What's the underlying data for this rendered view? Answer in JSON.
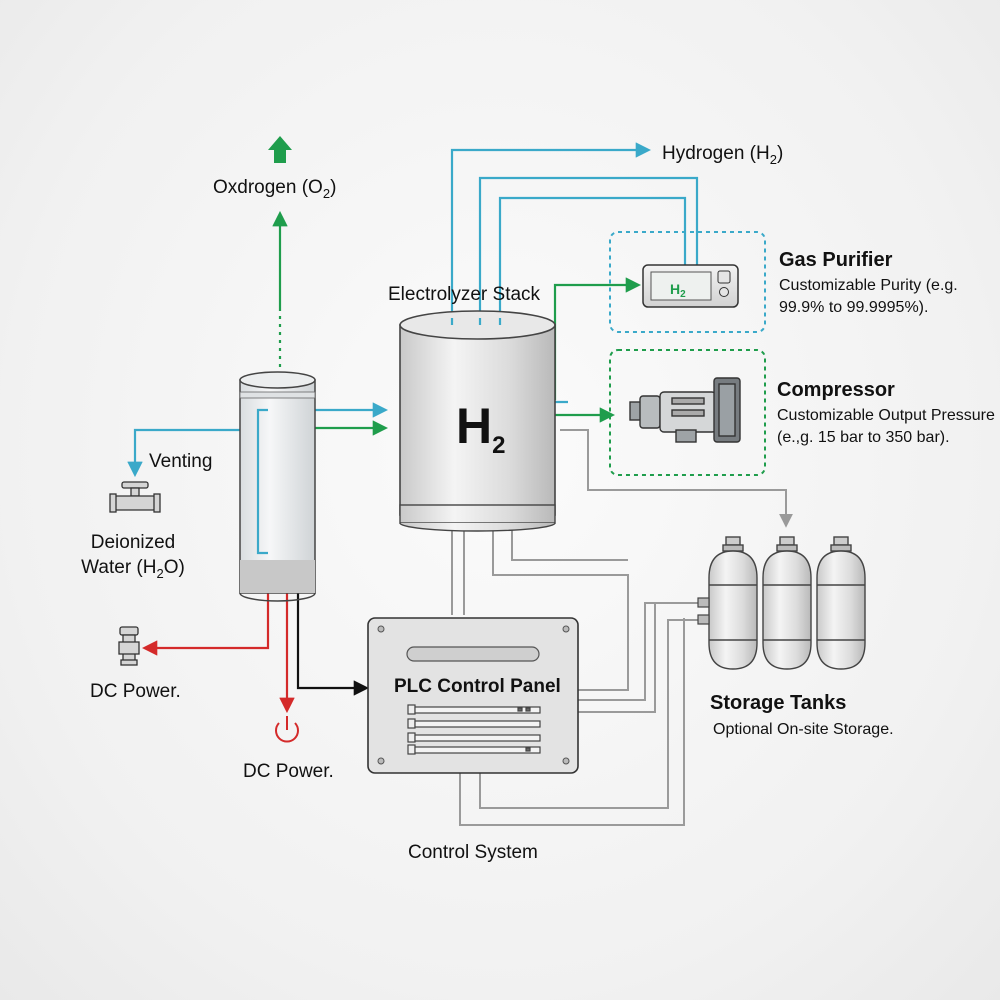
{
  "labels": {
    "oxygen_main": "Oxdrogen (O",
    "oxygen_sub": "2",
    "oxygen_close": ")",
    "hydrogen_main": "Hydrogen (H",
    "hydrogen_sub": "2",
    "hydrogen_close": ")",
    "electrolyzer_stack": "Electrolyzer Stack",
    "stack_h": "H",
    "stack_sub": "2",
    "venting": "Venting",
    "deionized_line1": "Deionized",
    "deionized_line2_main": "Water (H",
    "deionized_line2_sub": "2",
    "deionized_line2_close": "O)",
    "dc_power_left": "DC Power.",
    "dc_power_bottom": "DC Power.",
    "plc_control_panel": "PLC Control Panel",
    "control_system": "Control System"
  },
  "gas_purifier": {
    "title": "Gas Purifier",
    "desc_line1": "Customizable Purity (e.g.",
    "desc_line2": "99.9% to 99.9995%).",
    "device_label_main": "H",
    "device_label_sub": "2"
  },
  "compressor": {
    "title": "Compressor",
    "desc_line1": "Customizable Output Pressure",
    "desc_line2": "(e.,g. 15 bar to 350 bar)."
  },
  "storage_tanks": {
    "title": "Storage Tanks",
    "desc": "Optional On-site Storage."
  },
  "colors": {
    "water_line": "#3aa9c9",
    "oxygen_line": "#1f9d4c",
    "power_line": "#d42a2a",
    "signal_line": "#9a9a9a",
    "control_line": "#111111"
  }
}
